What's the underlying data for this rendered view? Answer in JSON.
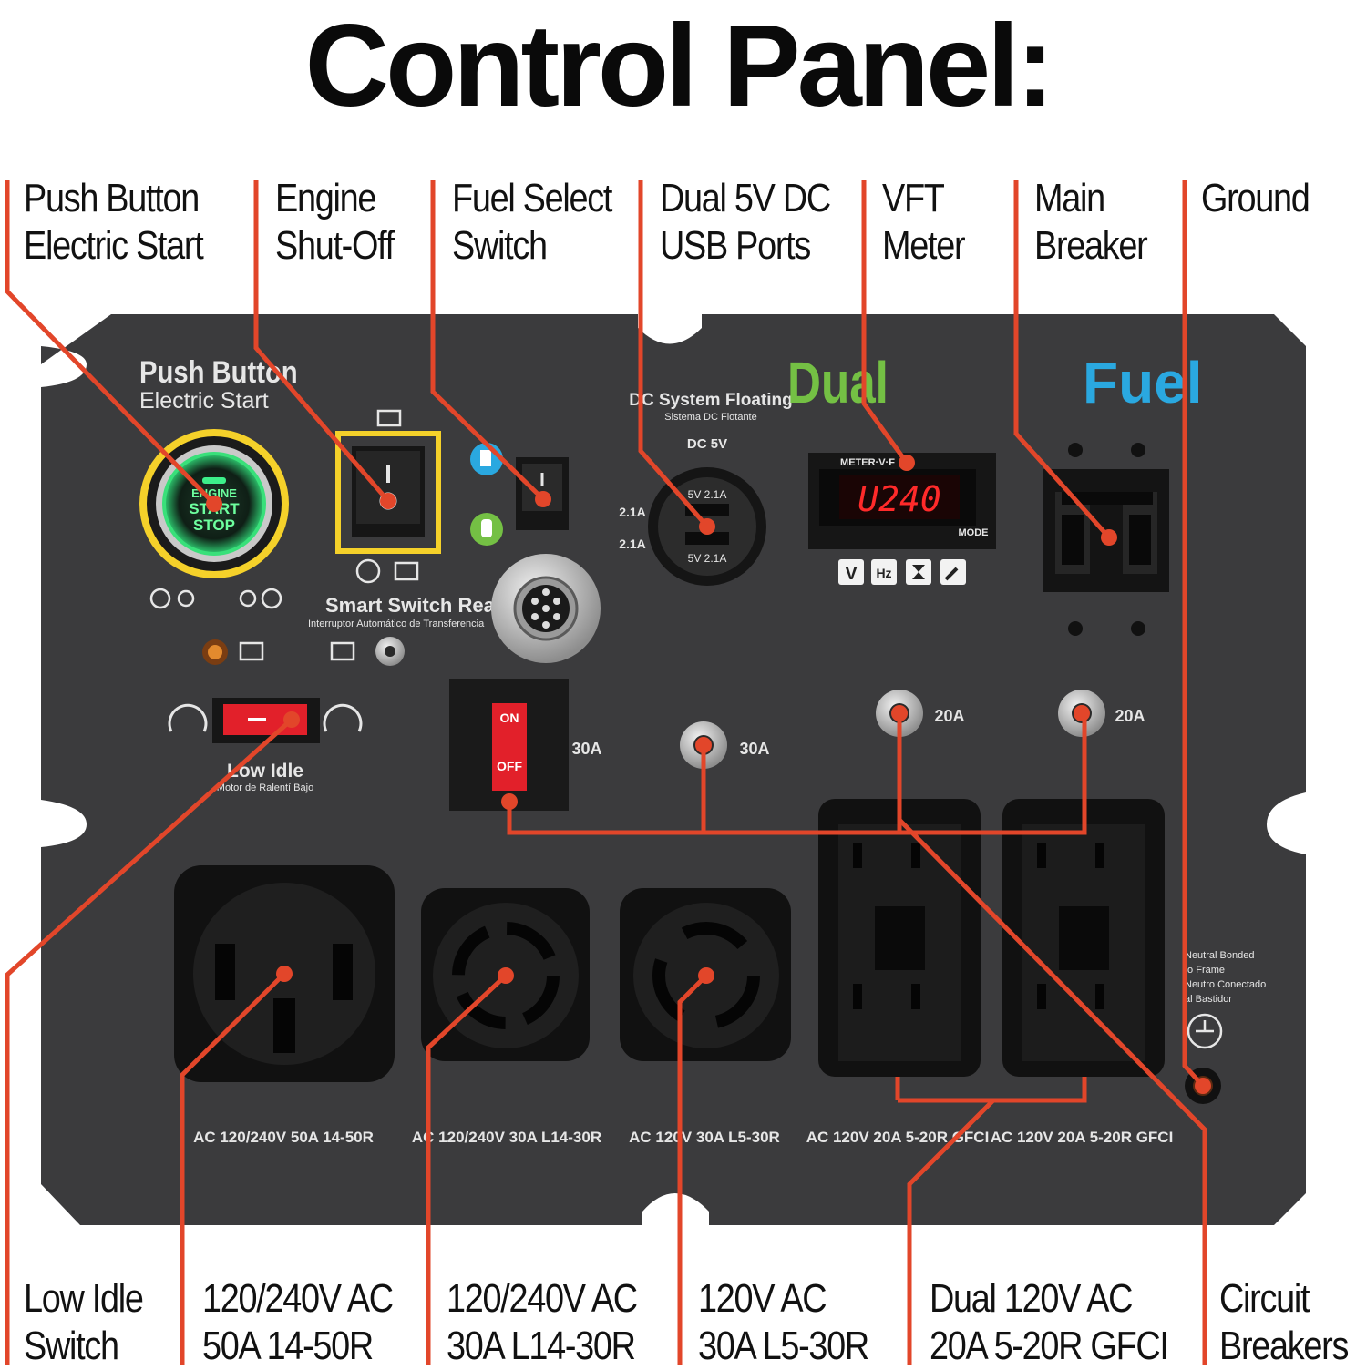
{
  "title": "Control Panel:",
  "colors": {
    "callout_line": "#e2462a",
    "panel": "#3b3b3d",
    "accent_green": "#74c044",
    "accent_blue": "#2aa8e0",
    "button_ring": "#f5d12a",
    "led_red": "#ff2a2a"
  },
  "callouts_top": [
    {
      "line1": "Push Button",
      "line2": "Electric Start"
    },
    {
      "line1": "Engine",
      "line2": "Shut-Off"
    },
    {
      "line1": "Fuel Select",
      "line2": "Switch"
    },
    {
      "line1": "Dual 5V DC",
      "line2": "USB Ports"
    },
    {
      "line1": "VFT",
      "line2": "Meter"
    },
    {
      "line1": "Main",
      "line2": "Breaker"
    },
    {
      "line1": "Ground",
      "line2": ""
    }
  ],
  "callouts_bottom": [
    {
      "line1": "Low Idle",
      "line2": "Switch"
    },
    {
      "line1": "120/240V AC",
      "line2": "50A 14-50R"
    },
    {
      "line1": "120/240V AC",
      "line2": "30A L14-30R"
    },
    {
      "line1": "120V AC",
      "line2": "30A L5-30R"
    },
    {
      "line1": "Dual 120V AC",
      "line2": "20A 5-20R GFCI"
    },
    {
      "line1": "Circuit",
      "line2": "Breakers"
    }
  ],
  "panel": {
    "brand_part1": "Dual",
    "brand_part2": "Fuel",
    "push_button": {
      "line1": "Push Button",
      "line2": "Electric Start",
      "btn1": "ENGINE",
      "btn2": "START",
      "btn3": "STOP"
    },
    "smart_switch": {
      "line1": "Smart Switch Ready",
      "line2": "Interruptor Automático de Transferencia"
    },
    "low_idle": {
      "line1": "Low Idle",
      "line2": "Motor de Ralentí Bajo"
    },
    "dc": {
      "line1": "DC System Floating",
      "line2": "Sistema DC Flotante",
      "line3": "DC 5V",
      "amp1": "2.1A",
      "amp2": "2.1A",
      "port1": "5V  2.1A",
      "port2": "5V  2.1A"
    },
    "meter": {
      "brand": "METER·V·F",
      "reading": "U240",
      "mode": "MODE",
      "btn1": "V",
      "btn2": "Hz"
    },
    "breaker_labels": {
      "main_on": "ON",
      "main_off": "OFF",
      "b30a_1": "30A",
      "b30a_2": "30A",
      "b20a_1": "20A",
      "b20a_2": "20A"
    },
    "neutral": {
      "l1": "Neutral Bonded",
      "l2": "to Frame",
      "l3": "Neutro Conectado",
      "l4": "al Bastidor"
    },
    "outlet_labels": [
      "AC 120/240V 50A 14-50R",
      "AC 120/240V 30A L14-30R",
      "AC 120V 30A L5-30R",
      "AC 120V 20A 5-20R GFCI",
      "AC 120V 20A 5-20R GFCI"
    ]
  }
}
